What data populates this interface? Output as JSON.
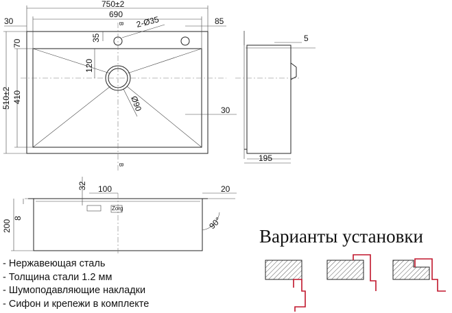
{
  "top_view": {
    "width_total": "750±2",
    "width_inner": "690",
    "margin_left": "30",
    "tap_hole_spec": "2-Ø35",
    "margin_right": "85",
    "offset_35": "35",
    "margin_top": "70",
    "depth_total": "510±2",
    "depth_inner": "410",
    "drain_offset": "120",
    "drain_diameter": "Ø90",
    "corner_offset": "30",
    "section_mark": "B"
  },
  "side_view": {
    "wall_thickness": "5",
    "depth_195": "195"
  },
  "section_view": {
    "thickness_32": "32",
    "width_100": "100",
    "flange_20": "20",
    "height_200": "200",
    "height_8": "8",
    "angle": "90°",
    "logo_text": "Zorg"
  },
  "features": [
    "- Нержавеющая сталь",
    "- Толщина стали 1.2 мм",
    "- Шумоподавляющие накладки",
    "- Сифон и крепежи в комплекте"
  ],
  "installation": {
    "title": "Варианты установки",
    "accent_color": "#c0142a"
  }
}
